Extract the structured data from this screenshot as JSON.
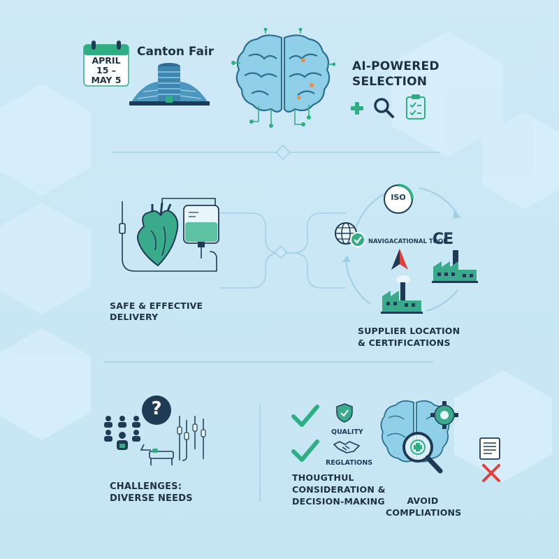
{
  "event": {
    "date_lines": [
      "APRIL",
      "15 –",
      "MAY 5"
    ],
    "name": "Canton Fair"
  },
  "ai_selection": {
    "title_lines": [
      "AI-POWERED",
      "SELECTION"
    ]
  },
  "delivery": {
    "label_lines": [
      "SAFE & EFFECTIVE",
      "DELIVERY"
    ]
  },
  "supplier": {
    "iso_label": "ISO",
    "ce_label": "CE",
    "nav_tool_label": "NAVIGACATIONAL TOOL",
    "label_lines": [
      "SUPPLIER LOCATION",
      "& CERTIFICATIONS"
    ]
  },
  "challenges": {
    "question_mark": "?",
    "label_lines": [
      "CHALLENGES:",
      "DIVERSE NEEDS"
    ]
  },
  "consideration": {
    "quality_label": "QUALITY",
    "regulations_label": "REGLATIONS",
    "label_lines": [
      "THOUGTHUL",
      "CONSIDERATION &",
      "DECISION-MAKING"
    ]
  },
  "avoid": {
    "label_lines": [
      "AVOID",
      "COMPLIATIONS"
    ]
  },
  "colors": {
    "accent_green": "#2fae84",
    "navy": "#1f3a55",
    "teal": "#3a8fa4",
    "warning_red": "#e0403a"
  }
}
